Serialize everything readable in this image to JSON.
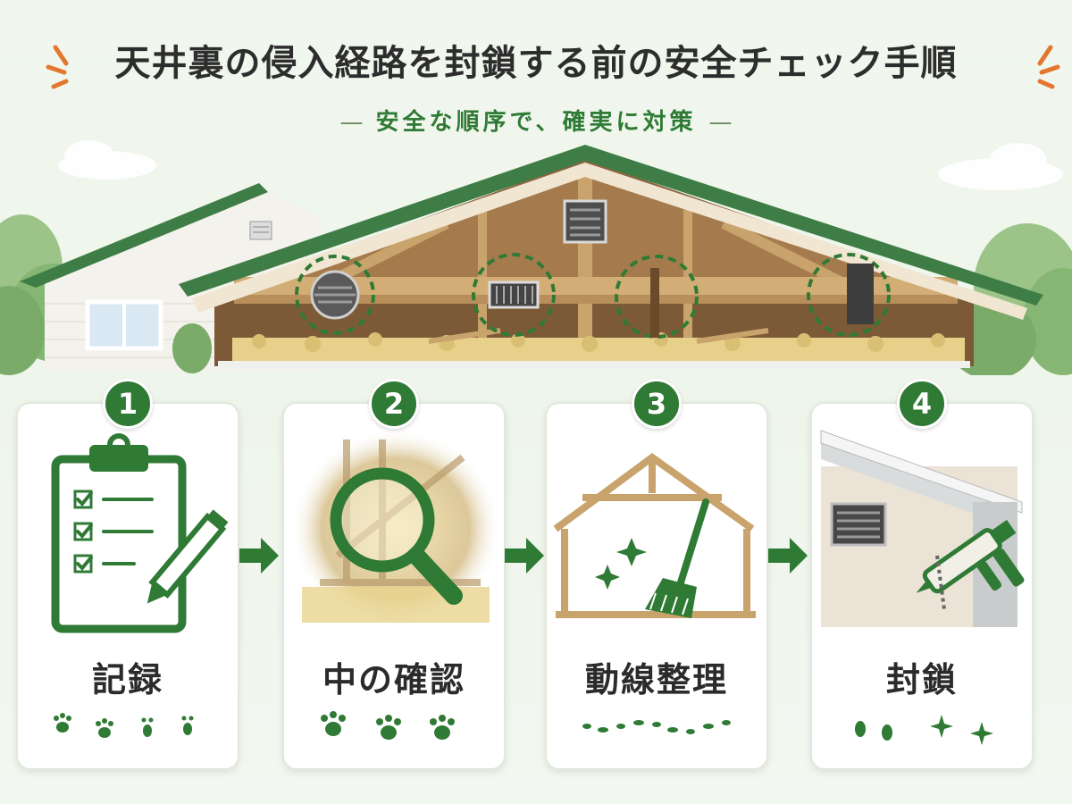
{
  "header": {
    "title_main": "天井裏の侵入経路を封鎖する前の",
    "title_accent": "安全チェック手順",
    "subtitle_dash_left": "—",
    "subtitle": "安全な順序で、確実に対策",
    "subtitle_dash_right": "—"
  },
  "steps": [
    {
      "number": "1",
      "label": "記録",
      "icon": "clipboard-checklist-icon",
      "footer_icon": "paw-print-icon"
    },
    {
      "number": "2",
      "label": "中の確認",
      "icon": "magnifying-glass-icon",
      "footer_icon": "paw-print-icon"
    },
    {
      "number": "3",
      "label": "動線整理",
      "icon": "broom-icon",
      "footer_icon": "footprint-trail-icon"
    },
    {
      "number": "4",
      "label": "封鎖",
      "icon": "caulking-gun-icon",
      "footer_icon": "sparkle-icon"
    }
  ],
  "colors": {
    "accent": "#2f7a34",
    "roof": "#3f7d46",
    "wood": "#c9a36c",
    "insulation": "#e6d08a"
  }
}
